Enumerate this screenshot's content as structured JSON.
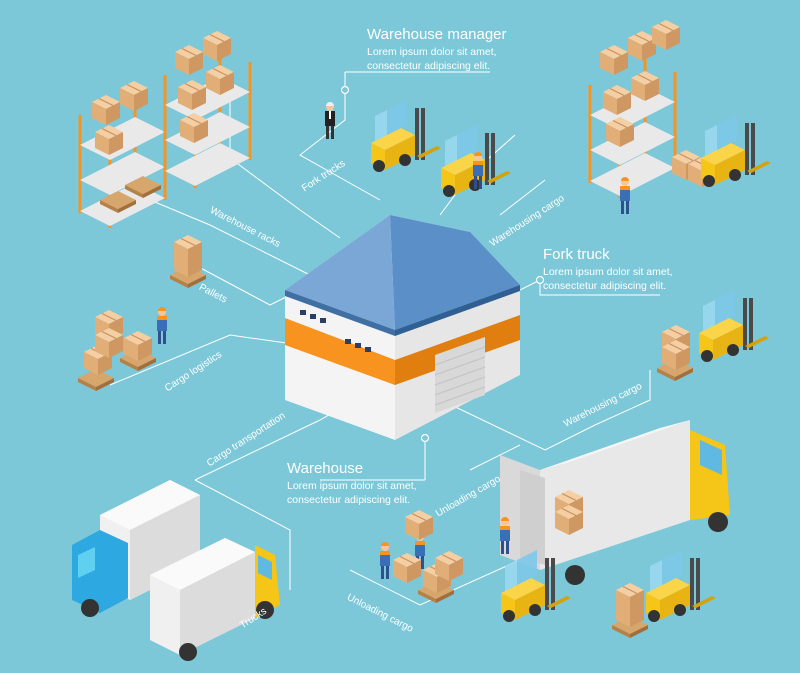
{
  "callouts": {
    "warehouse_manager": {
      "title": "Warehouse manager",
      "line1": "Lorem ipsum dolor sit amet,",
      "line2": "consectetur adipiscing elit."
    },
    "fork_truck": {
      "title": "Fork truck",
      "line1": "Lorem ipsum dolor sit amet,",
      "line2": "consectetur adipiscing elit."
    },
    "warehouse": {
      "title": "Warehouse",
      "line1": "Lorem ipsum dolor sit amet,",
      "line2": "consectetur adipiscing elit."
    }
  },
  "labels": {
    "warehouse_racks": "Warehouse racks",
    "fork_trucks": "Fork trucks",
    "warehousing_cargo_top": "Warehousing cargo",
    "pallets": "Pallets",
    "cargo_logistics": "Cargo logistics",
    "warehousing_cargo_right": "Warehousing cargo",
    "cargo_transportation": "Cargo transportation",
    "unloading_cargo_upper": "Unloading cargo",
    "unloading_cargo_lower": "Unloading cargo",
    "trucks": "Trucks"
  },
  "colors": {
    "background": "#7cc8d8",
    "roof": "#5b8fc7",
    "stripe": "#f7931e",
    "forklift": "#f5c518",
    "box": "#e8b987",
    "rack": "#f7931e",
    "truck_cab_blue": "#2ea8e0",
    "truck_cab_yellow": "#f5c518"
  }
}
